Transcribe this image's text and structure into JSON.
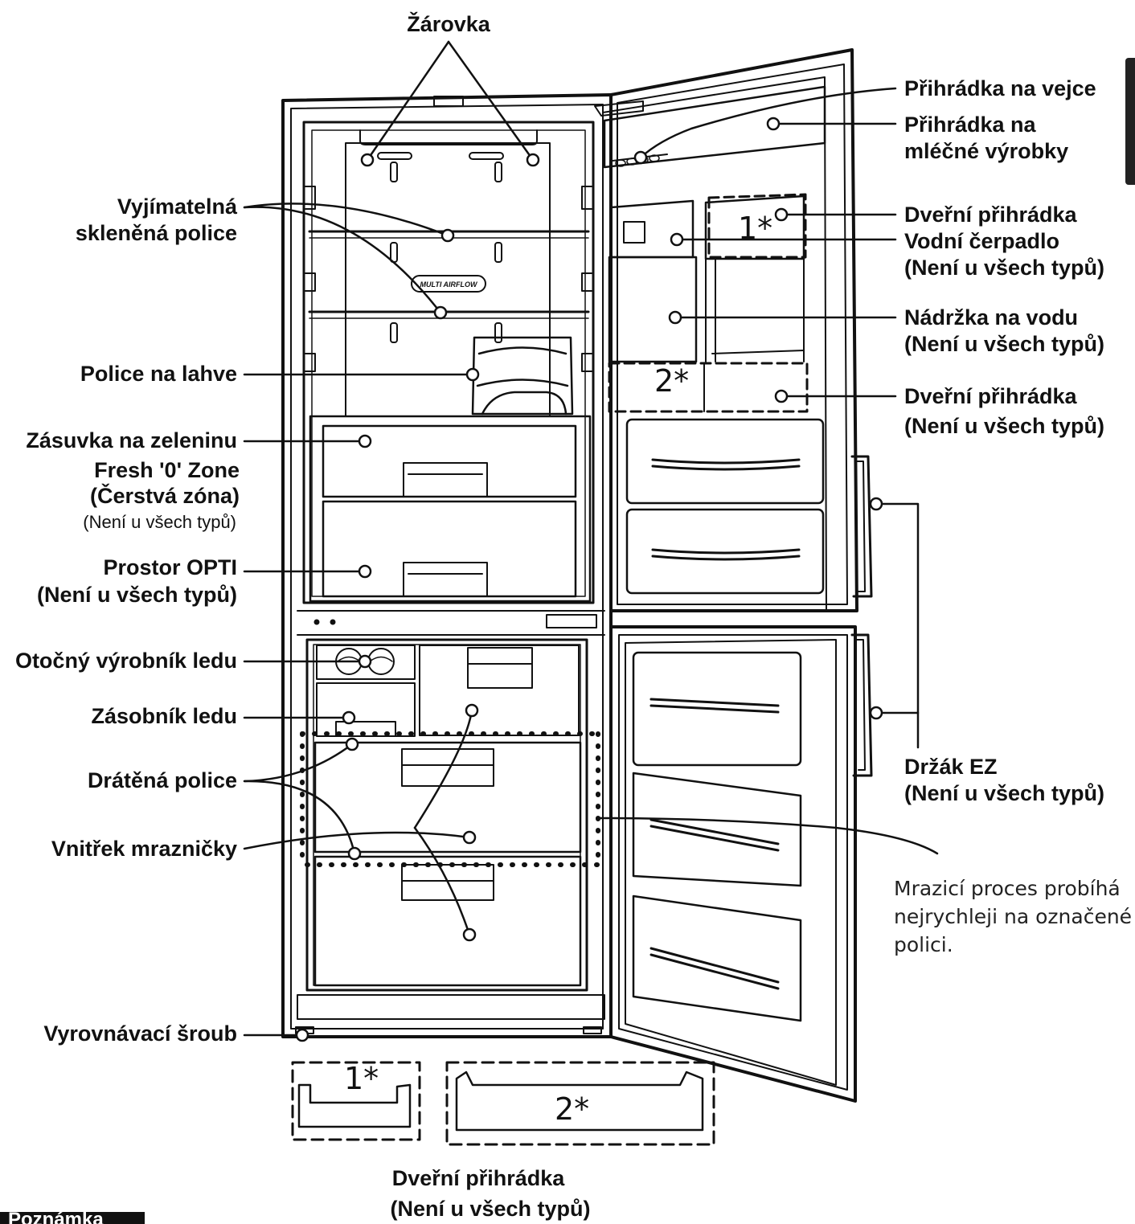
{
  "labels": {
    "bulb": "Žárovka",
    "glass_shelf_1": "Vyjímatelná",
    "glass_shelf_2": "skleněná police",
    "bottle_shelf": "Police na lahve",
    "veg_drawer": "Zásuvka na zeleninu",
    "fresh_zone_1": "Fresh '0' Zone",
    "fresh_zone_2": "(Čerstvá zóna)",
    "fresh_zone_3": "(Není u všech typů)",
    "opti_1": "Prostor OPTI",
    "opti_2": "(Není u všech typů)",
    "ice_maker": "Otočný výrobník ledu",
    "ice_bank": "Zásobník ledu",
    "wire_shelf": "Drátěná police",
    "freezer_inside": "Vnitřek mrazničky",
    "leveling_screw": "Vyrovnávací šroub",
    "egg_tray": "Přihrádka na vejce",
    "dairy_1": "Přihrádka na",
    "dairy_2": "mléčné výrobky",
    "door_basket_a": "Dveřní přihrádka",
    "water_pump_1": "Vodní čerpadlo",
    "water_pump_2": "(Není u všech typů)",
    "water_tank_1": "Nádržka na vodu",
    "water_tank_2": "(Není u všech typů)",
    "door_basket_b_1": "Dveřní přihrádka",
    "door_basket_b_2": "(Není u všech typů)",
    "ez_handle_1": "Držák EZ",
    "ez_handle_2": "(Není u všech typů)",
    "freeze_note": [
      "Mrazicí proces probíhá",
      "nejrychleji na označené",
      "polici."
    ],
    "door_basket_bottom_1": "Dveřní přihrádka",
    "door_basket_bottom_2": "(Není u všech typů)",
    "note_heading": "Poznámka",
    "marker_1": "1*",
    "marker_2": "2*",
    "shelf_badge": "MULTI AIRFLOW"
  }
}
